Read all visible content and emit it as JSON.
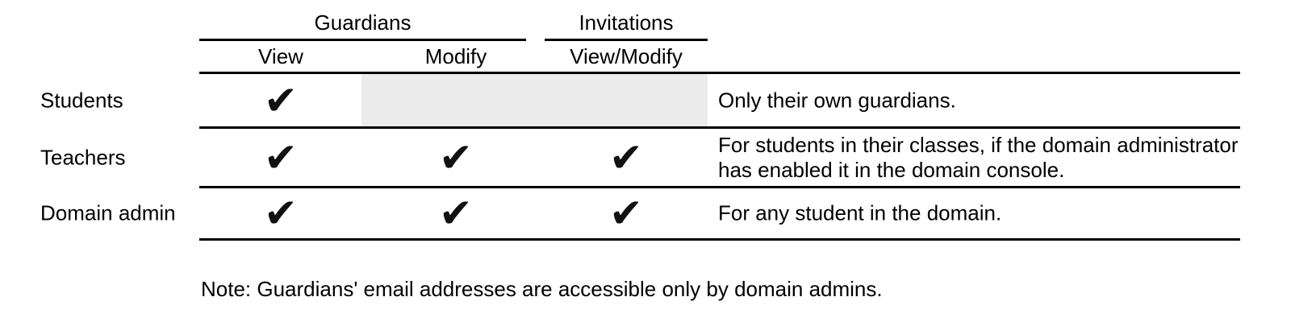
{
  "header": {
    "column_groups": [
      {
        "label": "Guardians",
        "columns": [
          "View",
          "Modify"
        ]
      },
      {
        "label": "Invitations",
        "columns": [
          "View/Modify"
        ]
      }
    ],
    "sub_headers": [
      "View",
      "Modify",
      "View/Modify"
    ]
  },
  "rows": [
    {
      "label": "Students",
      "cells": [
        "✔",
        "",
        ""
      ],
      "disabled_cells_highlighted": true,
      "note": "Only their own guardians."
    },
    {
      "label": "Teachers",
      "cells": [
        "✔",
        "✔",
        "✔"
      ],
      "disabled_cells_highlighted": false,
      "note": "For students in their classes, if the domain administrator has enabled it in the domain console."
    },
    {
      "label": "Domain admin",
      "cells": [
        "✔",
        "✔",
        "✔"
      ],
      "disabled_cells_highlighted": false,
      "note": "For any student in the domain."
    }
  ],
  "footnote": {
    "text": "Note: Guardians' email addresses are accessible only by domain admins."
  },
  "icons": {
    "check": "✔"
  },
  "colors": {
    "text": "#000000",
    "divider": "#000000",
    "disabled_cell_bg": "#ececec",
    "check": "#111111",
    "background": "#ffffff"
  }
}
